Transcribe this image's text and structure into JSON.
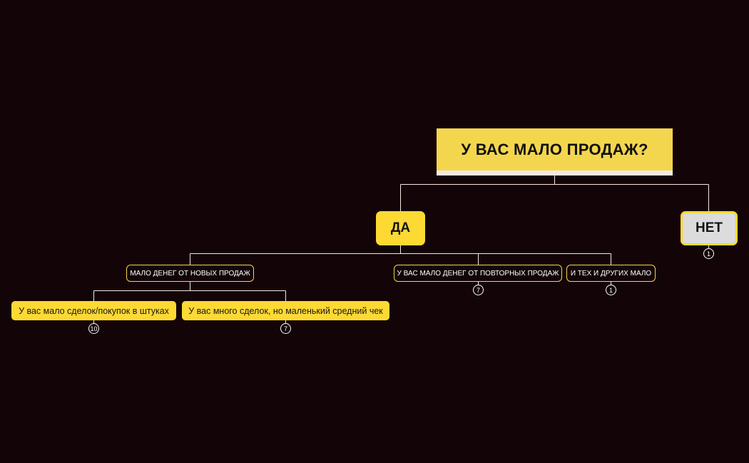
{
  "root": {
    "label": "У ВАС МАЛО ПРОДАЖ?"
  },
  "answers": {
    "yes": "ДА",
    "no": "НЕТ",
    "no_count": "1"
  },
  "yes_branches": [
    {
      "label": "МАЛО ДЕНЕГ ОТ НОВЫХ ПРОДАЖ"
    },
    {
      "label": "У ВАС МАЛО ДЕНЕГ ОТ ПОВТОРНЫХ ПРОДАЖ",
      "count": "7"
    },
    {
      "label": "И ТЕХ И ДРУГИХ МАЛО",
      "count": "1"
    }
  ],
  "new_sales_branches": [
    {
      "label": "У вас мало сделок/покупок в штуках",
      "count": "10"
    },
    {
      "label": "У вас много сделок, но маленький средний чек",
      "count": "7"
    }
  ],
  "colors": {
    "background": "#130407",
    "accent_yellow": "#fdd934",
    "root_yellow": "#f4d64e",
    "no_gray": "#dcdcdc",
    "line": "#f6e8e0"
  }
}
